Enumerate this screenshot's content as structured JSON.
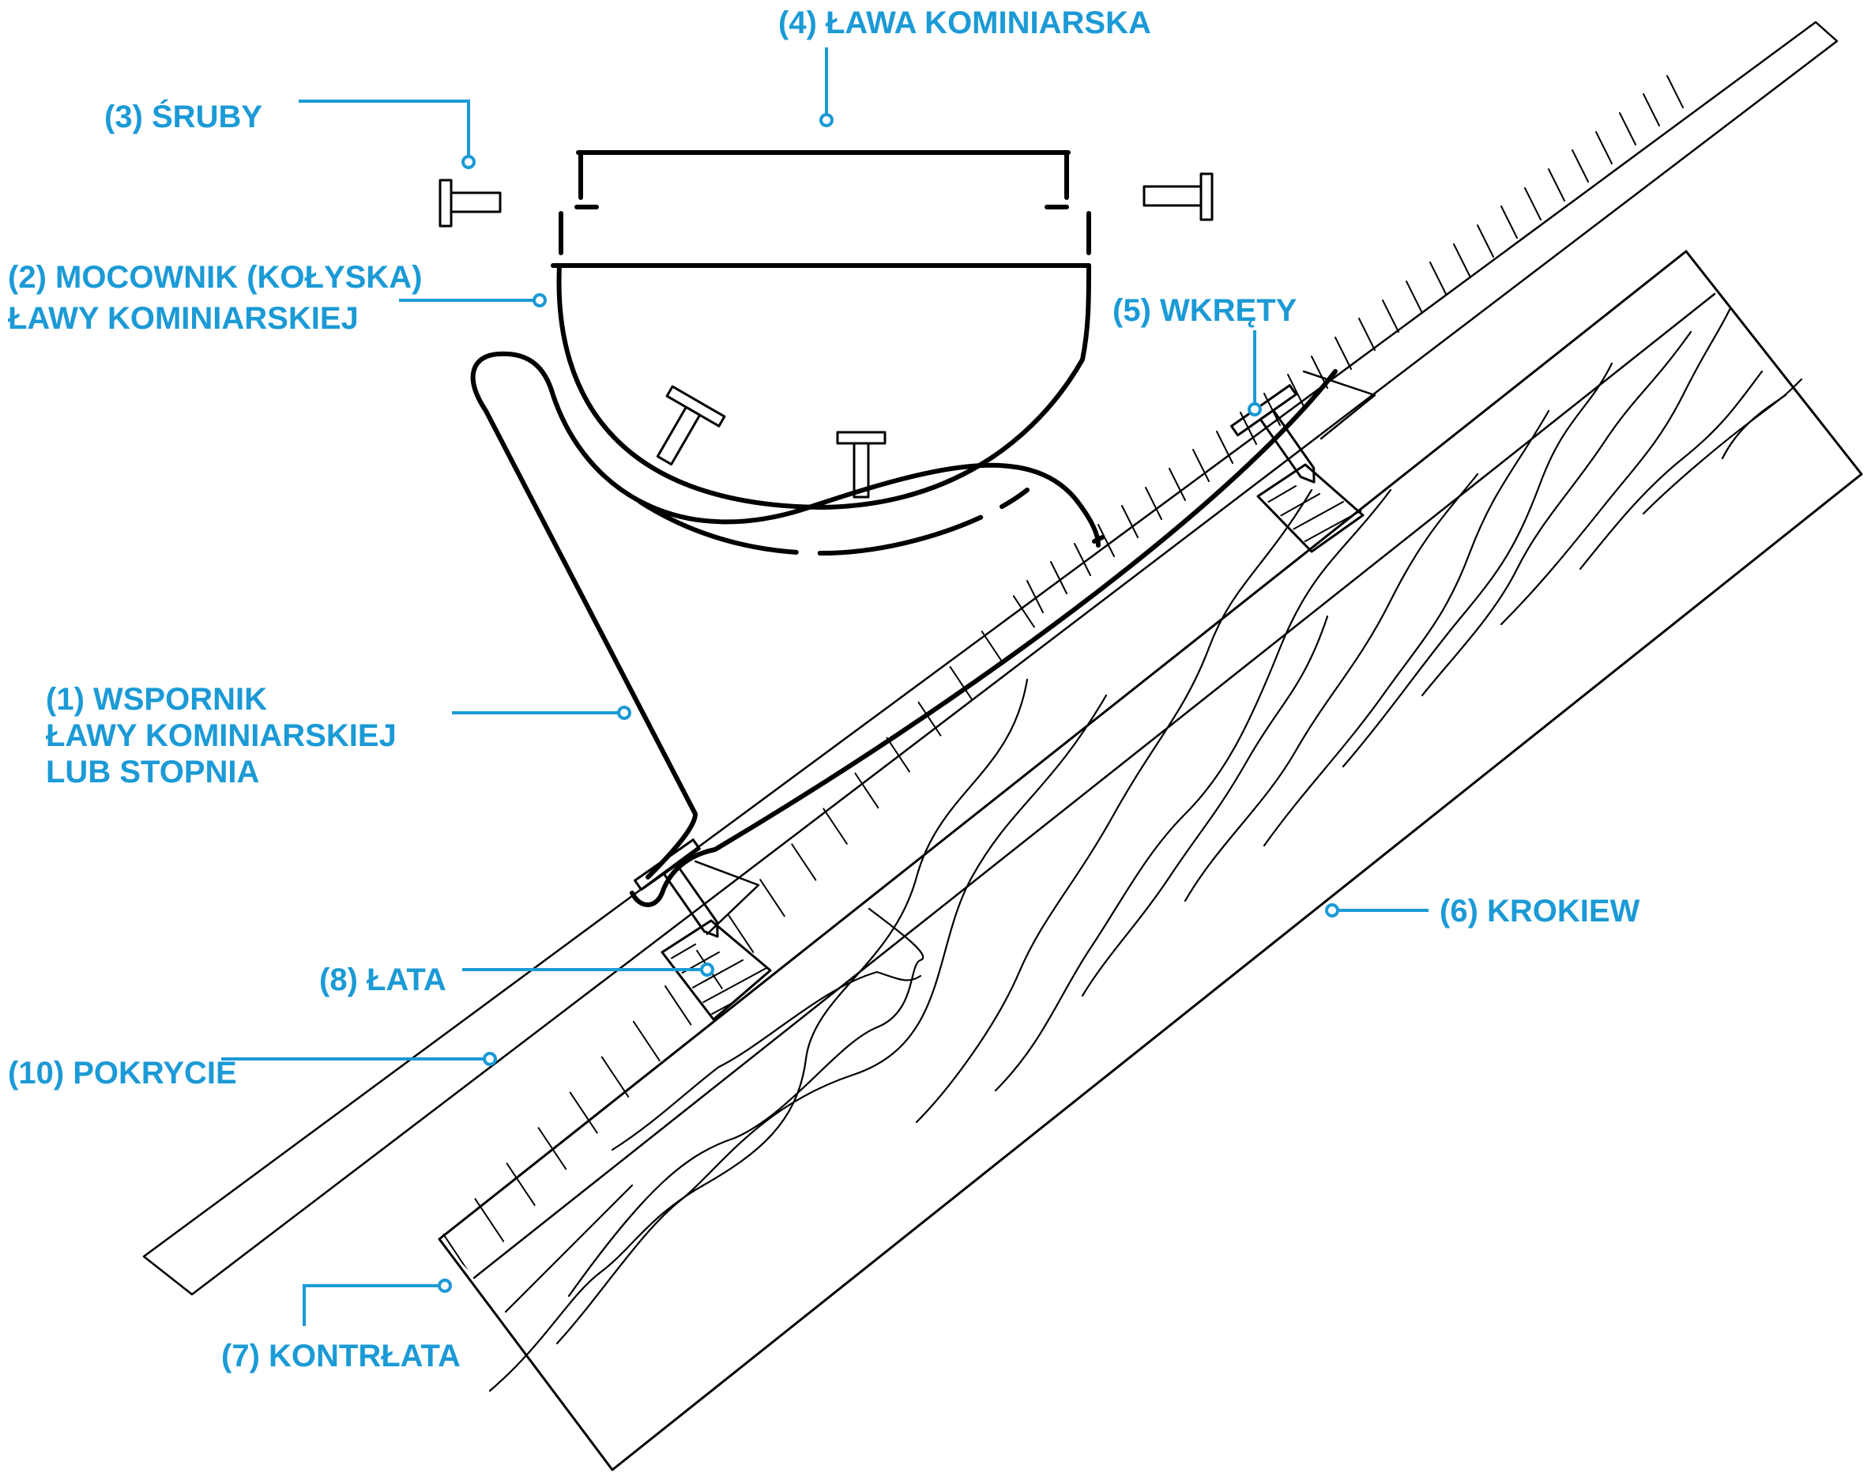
{
  "colors": {
    "label": "#1b9ad6",
    "line": "#1b9ad6",
    "ink": "#000000",
    "background": "#ffffff"
  },
  "labels": {
    "lawa": "(4) ŁAWA  KOMINIARSKA",
    "sruby": "(3) ŚRUBY",
    "mocownik_1": "(2) MOCOWNIK (KOŁYSKA)",
    "mocownik_2": "ŁAWY KOMINIARSKIEJ",
    "wkrety": "(5) WKRĘTY",
    "wspornik_1": "(1) WSPORNIK",
    "wspornik_2": "ŁAWY KOMINIARSKIEJ",
    "wspornik_3": "LUB STOPNIA",
    "krokiew": "(6) KROKIEW",
    "lata": "(8) ŁATA",
    "pokrycie": "(10) POKRYCIE",
    "kontrlata": "(7) KONTRŁATA"
  }
}
